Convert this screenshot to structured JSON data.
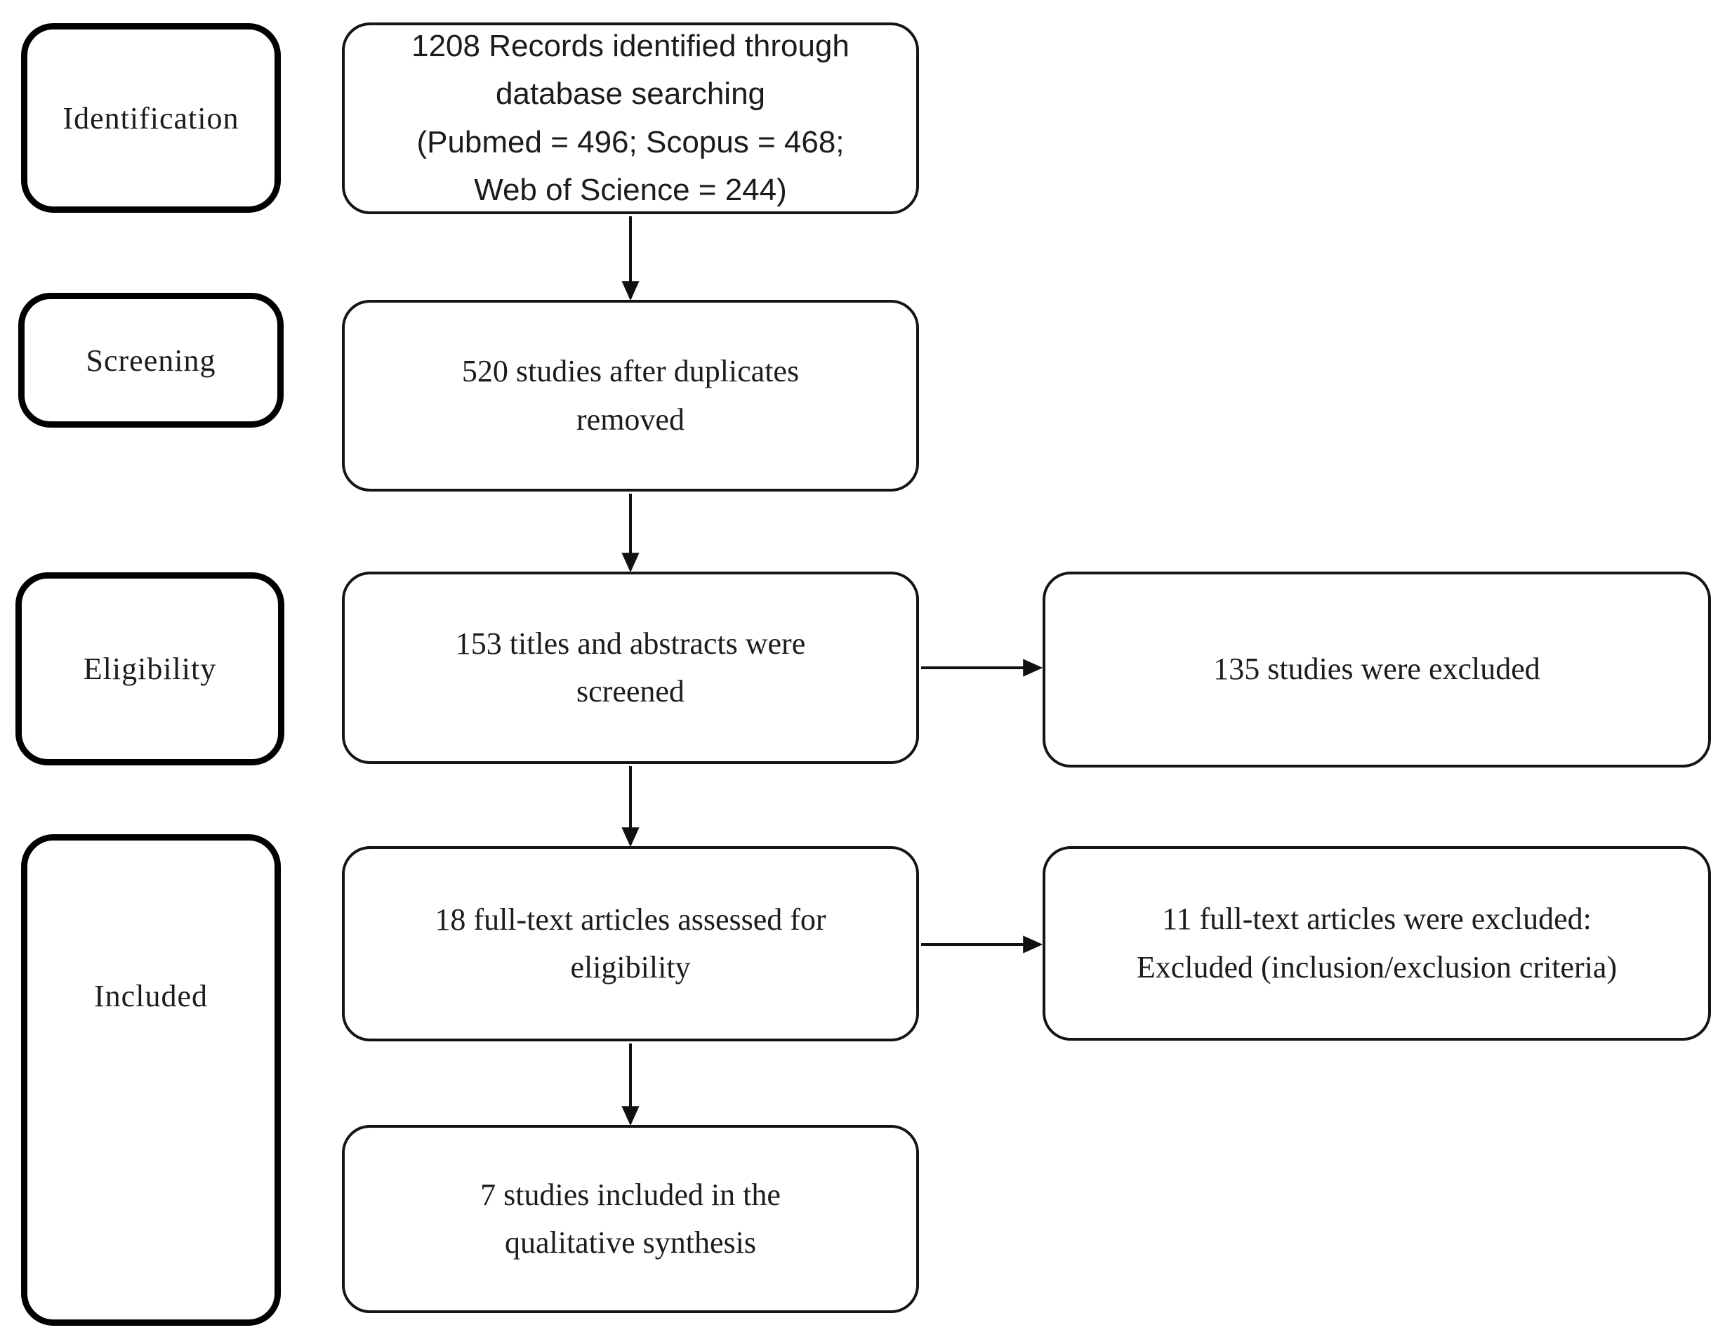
{
  "stages": [
    {
      "label": "Identification"
    },
    {
      "label": "Screening"
    },
    {
      "label": "Eligibility"
    },
    {
      "label": "Included"
    }
  ],
  "flow": {
    "records_identified": {
      "text": "1208 Records identified through\ndatabase searching\n(Pubmed = 496; Scopus = 468;\nWeb of Science = 244)"
    },
    "duplicates_removed": {
      "text": "520 studies after duplicates\nremoved"
    },
    "titles_screened": {
      "text": "153 titles and abstracts were\nscreened"
    },
    "fulltext_assessed": {
      "text": "18 full-text articles assessed for\neligibility"
    },
    "qualitative_synthesis": {
      "text": "7 studies included in the\nqualitative synthesis"
    }
  },
  "exclusions": {
    "screening_excluded": {
      "text": "135 studies were excluded"
    },
    "fulltext_excluded": {
      "text": "11 full-text articles were excluded:\nExcluded (inclusion/exclusion criteria)"
    }
  },
  "colors": {
    "background": "#ffffff",
    "border": "#000000",
    "text": "#1c1c1c"
  }
}
